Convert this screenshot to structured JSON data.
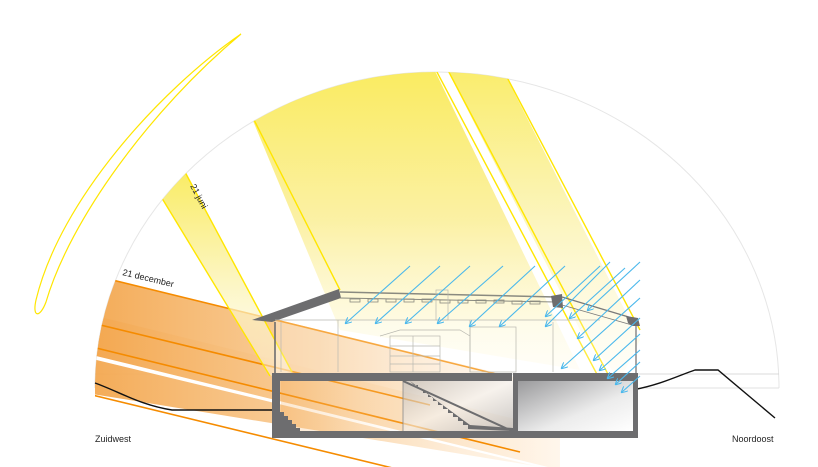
{
  "diagram": {
    "type": "architectural-sun-study-section",
    "labels": {
      "summer": "21 juni",
      "winter": "21 december",
      "left_direction": "Zuidwest",
      "right_direction": "Noordoost"
    },
    "colors": {
      "summer_sun": "#f9e94a",
      "summer_edge": "#ffe600",
      "winter_sun": "#f39a2a",
      "winter_edge": "#f58b00",
      "sky_arrows": "#4ab8ec",
      "structure": "#6d6d6f",
      "sky_arc": "#e6e6e6",
      "ground": "#111111",
      "text": "#222222"
    },
    "elements": {
      "sun_path_loop": "analemma-style solar path (yellow outline)",
      "sky_dome": "semicircular sky dome arc",
      "summer_beams": 3,
      "winter_beams": 2,
      "diffuse_arrow_count": 18
    }
  }
}
